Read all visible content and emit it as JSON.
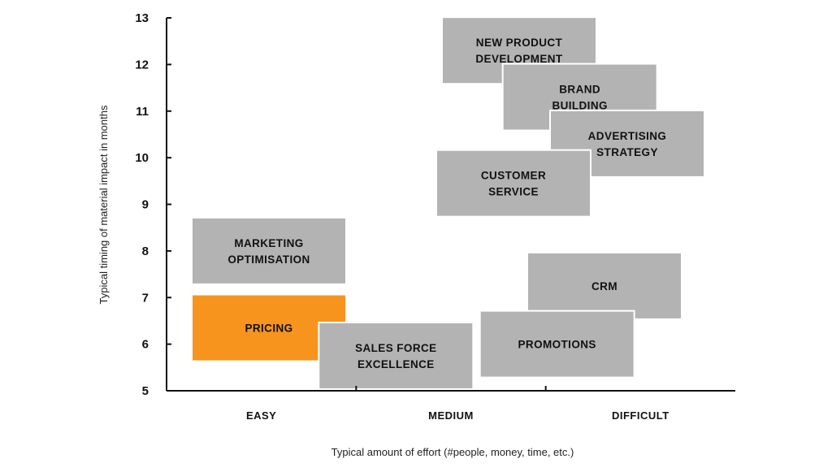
{
  "chart_data": {
    "type": "scatter",
    "title": "",
    "xlabel": "Typical amount of effort (#people, money, time, etc.)",
    "ylabel": "Typical timing of material impact in months",
    "ylim": [
      5,
      13
    ],
    "yticks": [
      5,
      6,
      7,
      8,
      9,
      10,
      11,
      12,
      13
    ],
    "xlim": [
      0,
      3
    ],
    "xcategories": [
      "EASY",
      "MEDIUM",
      "DIFFICULT"
    ],
    "grid": false,
    "colors": {
      "default": "#b3b3b3",
      "highlight": "#f7941d",
      "axis": "#111111"
    },
    "points": [
      {
        "lines": [
          "NEW PRODUCT",
          "DEVELOPMENT"
        ],
        "x": 1.86,
        "y": 12.3,
        "highlight": false
      },
      {
        "lines": [
          "BRAND",
          "BUILDING"
        ],
        "x": 2.18,
        "y": 11.3,
        "highlight": false
      },
      {
        "lines": [
          "ADVERTISING",
          "STRATEGY"
        ],
        "x": 2.43,
        "y": 10.3,
        "highlight": false
      },
      {
        "lines": [
          "CUSTOMER",
          "SERVICE"
        ],
        "x": 1.83,
        "y": 9.45,
        "highlight": false
      },
      {
        "lines": [
          "MARKETING",
          "OPTIMISATION"
        ],
        "x": 0.54,
        "y": 8.0,
        "highlight": false
      },
      {
        "lines": [
          "PRICING"
        ],
        "x": 0.54,
        "y": 6.35,
        "highlight": true
      },
      {
        "lines": [
          "CRM"
        ],
        "x": 2.31,
        "y": 7.25,
        "highlight": false
      },
      {
        "lines": [
          "PROMOTIONS"
        ],
        "x": 2.06,
        "y": 6.0,
        "highlight": false
      },
      {
        "lines": [
          "SALES FORCE",
          "EXCELLENCE"
        ],
        "x": 1.21,
        "y": 5.75,
        "highlight": false
      }
    ]
  }
}
